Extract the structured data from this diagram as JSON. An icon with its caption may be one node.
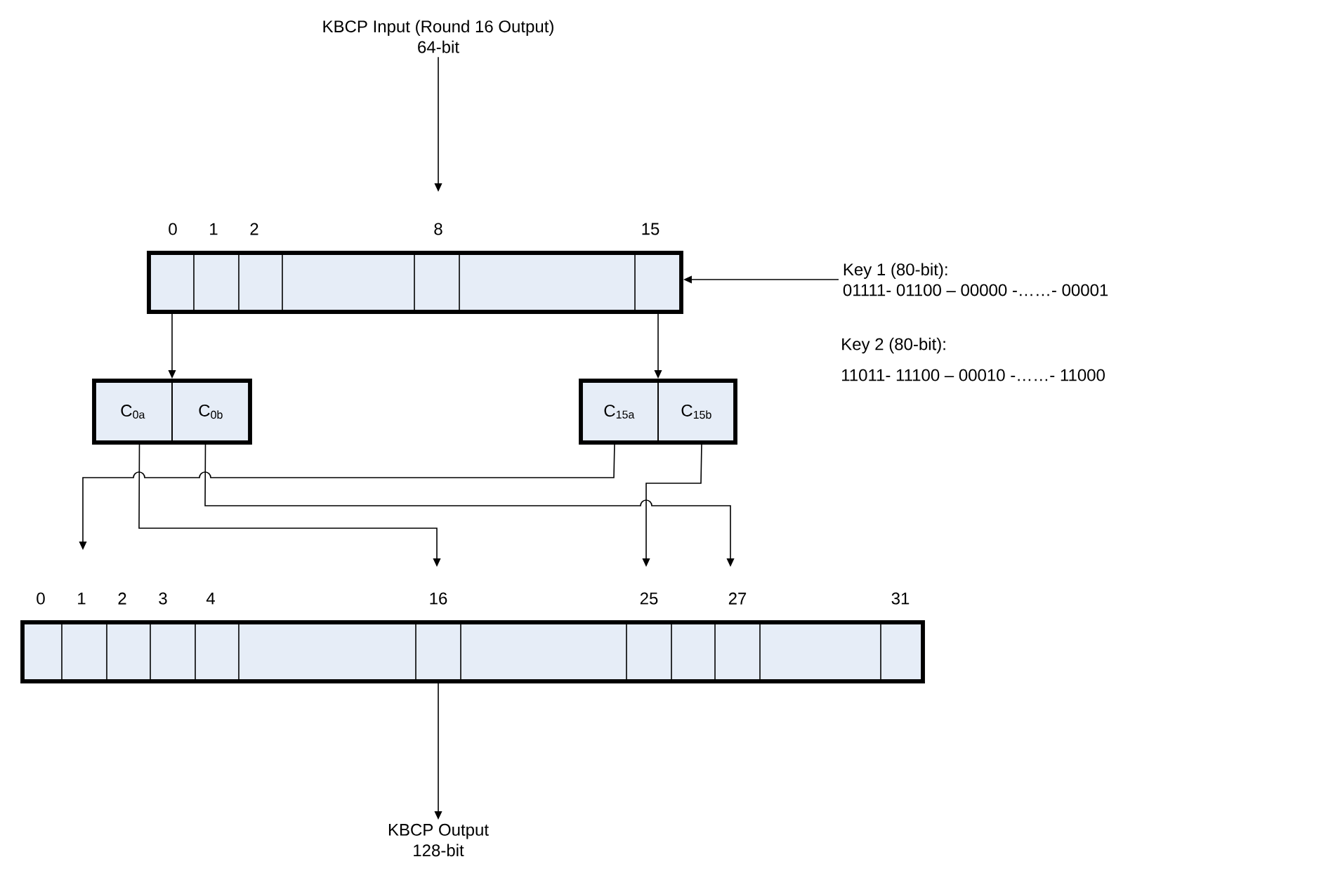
{
  "diagram": {
    "nodes": [
      {
        "text": [
          "KBCP Input (Round 16 Output)",
          "64-bit"
        ]
      },
      {
        "text": [],
        "shape": "box"
      },
      {
        "text": [
          "Key 1 (80-bit):",
          "01111- 01100 – 00000 -……- 00001"
        ]
      },
      {
        "text": [],
        "shape": "box"
      },
      {
        "text": [
          "C$_{0a}$"
        ],
        "in": 3
      },
      {
        "text": [
          "C$_{0b}$"
        ],
        "in": 3
      },
      {
        "text": [],
        "shape": "box"
      },
      {
        "text": [
          "C$_{15a}$"
        ],
        "in": 6
      },
      {
        "text": [
          "C$_{15b}$"
        ],
        "in": 6
      },
      {
        "text": [],
        "shape": "box"
      },
      {
        "text": [
          "KBCP Output",
          "128-bit"
        ]
      }
    ],
    "edges": [
      {
        "from": 0,
        "to": 1,
        "arrow": "to"
      },
      {
        "from": 2,
        "to": 1,
        "arrow": "to"
      },
      {
        "from": 1,
        "to": 3,
        "arrow": "to"
      },
      {
        "from": 1,
        "to": 6,
        "arrow": "to"
      },
      {
        "from": 4,
        "to": 9,
        "arrow": "to"
      },
      {
        "from": 5,
        "to": 9,
        "arrow": "to"
      },
      {
        "from": 7,
        "to": 9,
        "arrow": "to"
      },
      {
        "from": 8,
        "to": 9,
        "arrow": "to"
      },
      {
        "from": 9,
        "to": 10,
        "arrow": "to"
      }
    ],
    "labels": [
      "0",
      "1",
      "2",
      "8",
      "15",
      "Key 2 (80-bit):",
      "11011- 11100 – 00010 -……- 11000",
      "0",
      "1",
      "2",
      "3",
      "4",
      "16",
      "25",
      "27",
      "31"
    ]
  }
}
